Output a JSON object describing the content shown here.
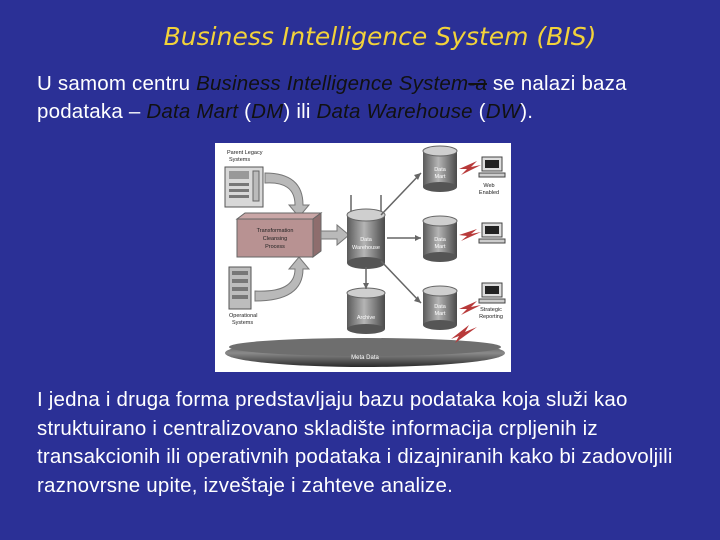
{
  "slide": {
    "title": "Business Intelligence System (BIS)",
    "intro": {
      "t1": "U samom centru ",
      "t2": "Business Intelligence System",
      "t3": "-a",
      "t4": " se nalazi baza podataka – ",
      "t5": "Data Mart",
      "t6": " (",
      "t7": "DM",
      "t8": ") ili ",
      "t9": "Data Warehouse",
      "t10": " (",
      "t11": "DW",
      "t12": ")."
    },
    "body": "I jedna i druga forma predstavljaju bazu podataka koja služi kao struktuirano i centralizovano skladište informacija crpljenih iz transakcionih ili operativnih podataka i dizajniranih kako bi zadovoljili raznovrsne upite, izveštaje i zahteve analize."
  },
  "diagram": {
    "legacy_line1": "Parent Legacy",
    "legacy_line2": "Systems",
    "transform_line1": "Transformation",
    "transform_line2": "Cleansing",
    "transform_line3": "Process",
    "operational_line1": "Operational",
    "operational_line2": "Systems",
    "datamart1_line1": "Data",
    "datamart1_line2": "Mart",
    "warehouse_line1": "Data",
    "warehouse_line2": "Warehouse",
    "datamart2_line1": "Data",
    "datamart2_line2": "Mart",
    "datamart3_line1": "Data",
    "datamart3_line2": "Mart",
    "archive": "Archive",
    "web_line1": "Web",
    "web_line2": "Enabled",
    "strategic_line1": "Strategic",
    "strategic_line2": "Reporting",
    "metadata": "Meta Data"
  }
}
